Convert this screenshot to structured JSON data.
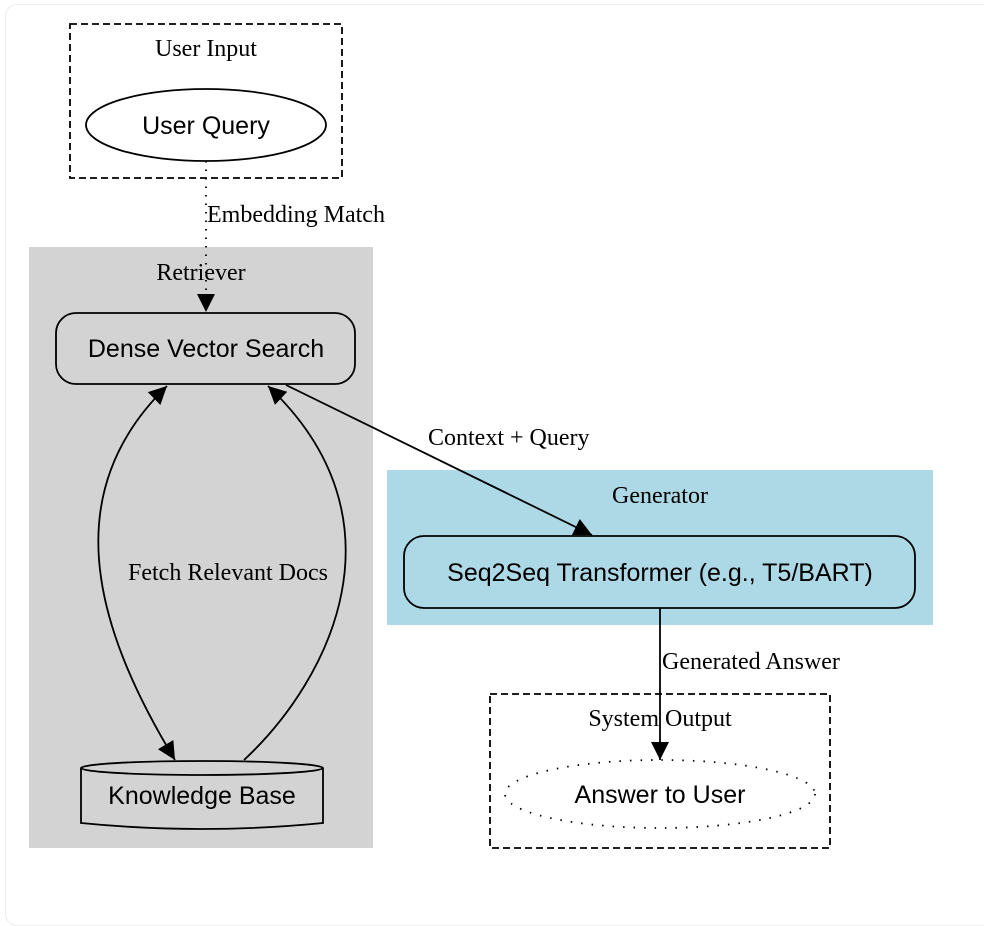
{
  "clusters": {
    "user_input": {
      "label": "User Input",
      "style": "dashed"
    },
    "retriever": {
      "label": "Retriever",
      "fill": "#d3d3d3"
    },
    "generator": {
      "label": "Generator",
      "fill": "#add8e6"
    },
    "system_output": {
      "label": "System Output",
      "style": "dashed"
    }
  },
  "nodes": {
    "user_query": {
      "label": "User Query",
      "shape": "ellipse"
    },
    "dense_vector_search": {
      "label": "Dense Vector Search",
      "shape": "rounded-box"
    },
    "knowledge_base": {
      "label": "Knowledge Base",
      "shape": "cylinder"
    },
    "seq2seq": {
      "label": "Seq2Seq Transformer (e.g., T5/BART)",
      "shape": "rounded-box"
    },
    "answer": {
      "label": "Answer to User",
      "shape": "dotted-ellipse"
    }
  },
  "edges": {
    "embedding_match": {
      "label": "Embedding Match",
      "from": "User Query",
      "to": "Dense Vector Search",
      "style": "dotted"
    },
    "fetch_docs": {
      "label": "Fetch Relevant Docs",
      "from": "Dense Vector Search",
      "to": "Knowledge Base",
      "style": "bidirectional"
    },
    "kb_return": {
      "label": "",
      "from": "Knowledge Base",
      "to": "Dense Vector Search",
      "style": "solid"
    },
    "context_query": {
      "label": "Context + Query",
      "from": "Dense Vector Search",
      "to": "Seq2Seq Transformer",
      "style": "solid"
    },
    "generated_answer": {
      "label": "Generated Answer",
      "from": "Seq2Seq Transformer",
      "to": "Answer to User",
      "style": "solid"
    }
  }
}
